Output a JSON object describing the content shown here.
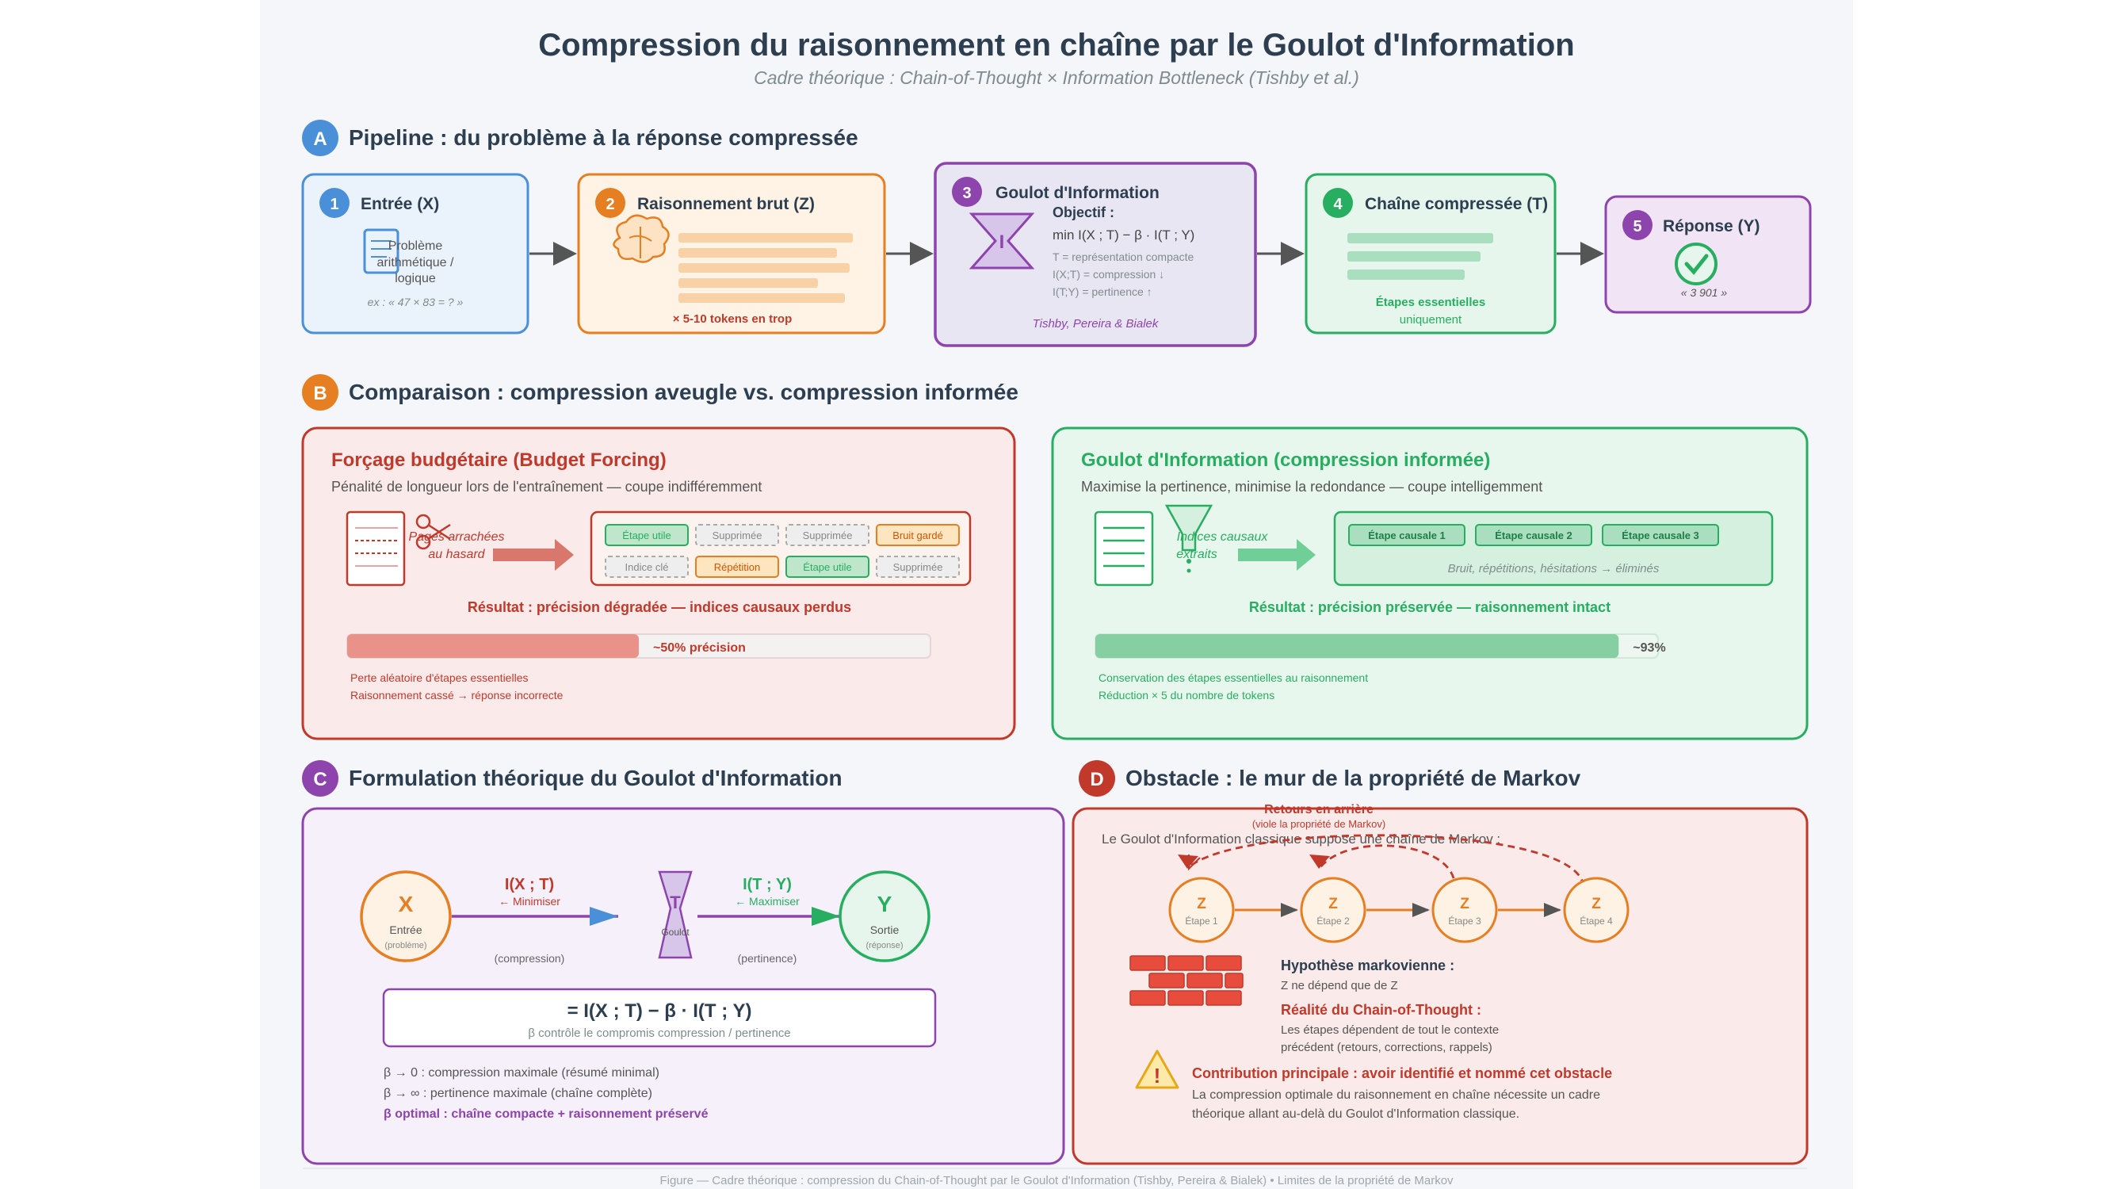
{
  "header": {
    "title": "Compression du raisonnement en chaîne par le Goulot d'Information",
    "subtitle": "Cadre théorique : Chain-of-Thought × Information Bottleneck (Tishby et al.)"
  },
  "colors": {
    "blue": "#4a90d9",
    "orange": "#e67e22",
    "purple": "#8e44ad",
    "green": "#27ae60",
    "red": "#c0392b"
  },
  "sectionA": {
    "badge": "A",
    "title": "Pipeline : du problème à la réponse compressée",
    "step1": {
      "num": "1",
      "title": "Entrée (X)",
      "line1": "Problème",
      "line2": "arithmétique /",
      "line3": "logique",
      "example": "ex : « 47 × 83 = ? »",
      "icon": "document-icon"
    },
    "step2": {
      "num": "2",
      "title": "Raisonnement brut (Z)",
      "note": "× 5-10 tokens en trop",
      "icon": "brain-icon"
    },
    "step3": {
      "num": "3",
      "title": "Goulot d'Information",
      "objective": "Objectif :",
      "formula": "min I(X ; T) − β · I(T ; Y)",
      "l1": "T = représentation compacte",
      "l2": "I(X;T) = compression ↓",
      "l3": "I(T;Y) = pertinence ↑",
      "ref": "Tishby, Pereira & Bialek",
      "icon": "hourglass-icon",
      "icon_label": "I"
    },
    "step4": {
      "num": "4",
      "title": "Chaîne compressée (T)",
      "note1": "Étapes essentielles",
      "note2": "uniquement"
    },
    "step5": {
      "num": "5",
      "title": "Réponse (Y)",
      "answer": "« 3 901 »",
      "icon": "check-circle-icon"
    }
  },
  "sectionB": {
    "badge": "B",
    "title": "Comparaison : compression aveugle vs. compression informée",
    "left": {
      "title": " Forçage budgétaire (Budget Forcing)",
      "desc": "Pénalité de longueur lors de l'entraînement — coupe indifféremment",
      "scissors_l1": "Pages arrachées",
      "scissors_l2": "au hasard",
      "tags": [
        "Étape utile",
        "Supprimée",
        "Supprimée",
        "Bruit gardé",
        "Indice clé ",
        "Répétition",
        "Étape utile",
        "Supprimée"
      ],
      "result": "Résultat : précision dégradée — indices causaux perdus",
      "precision": 0.5,
      "precision_label": "~50% précision",
      "bullet1": "Perte aléatoire d'étapes essentielles",
      "bullet2": "Raisonnement cassé → réponse incorrecte"
    },
    "right": {
      "title": " Goulot d'Information (compression informée)",
      "desc": "Maximise la pertinence, minimise la redondance — coupe intelligemment",
      "funnel_l1": "Indices causaux",
      "funnel_l2": "extraits",
      "tags": [
        "Étape causale 1",
        "Étape causale 2",
        "Étape causale 3"
      ],
      "removed": "Bruit, répétitions, hésitations → éliminés",
      "result": "Résultat : précision préservée — raisonnement intact",
      "precision": 0.93,
      "precision_label": "~93%",
      "bullet1": "Conservation des étapes essentielles au raisonnement",
      "bullet2": "Réduction × 5 du nombre de tokens"
    }
  },
  "sectionC": {
    "badge": "C",
    "title": "Formulation théorique du Goulot d'Information",
    "x_node": "X",
    "x_l1": "Entrée",
    "x_l2": "(problème)",
    "t_node": "T",
    "t_label": "Goulot",
    "y_node": "Y",
    "y_l1": "Sortie",
    "y_l2": "(réponse)",
    "ixt": "I(X ; T)",
    "ixt_sub": "← Minimiser",
    "ixt_note": "(compression)",
    "ity": "I(T ; Y)",
    "ity_sub": "← Maximiser",
    "ity_note": "(pertinence)",
    "lagrangian": " = I(X ; T) − β · I(T ; Y)",
    "lagrangian_sub": "β contrôle le compromis compression / pertinence",
    "b1": "β → 0 : compression maximale (résumé minimal)",
    "b2": "β → ∞ : pertinence maximale (chaîne complète)",
    "b3": "β optimal : chaîne compacte + raisonnement préservé"
  },
  "sectionD": {
    "badge": "D",
    "title": "Obstacle : le mur de la propriété de Markov",
    "back_title": "Retours en arrière",
    "back_sub": "(viole la propriété de Markov)",
    "intro": "Le Goulot d'Information classique suppose une chaîne de Markov :",
    "nodes": [
      {
        "z": "Z",
        "label": "Étape 1"
      },
      {
        "z": "Z",
        "label": "Étape 2"
      },
      {
        "z": "Z",
        "label": "Étape 3"
      },
      {
        "z": "Z",
        "label": "Étape 4"
      }
    ],
    "markov_title": "Hypothèse markovienne :",
    "markov_text": "Z ne dépend que de Z",
    "reality_title": "Réalité du Chain-of-Thought :",
    "reality_l1": "Les étapes dépendent de tout le contexte",
    "reality_l2": "précédent (retours, corrections, rappels)",
    "contrib_title": "Contribution principale : avoir identifié et nommé cet obstacle",
    "contrib_l1": "La compression optimale du raisonnement en chaîne nécessite un cadre",
    "contrib_l2": "théorique allant au-delà du Goulot d'Information classique.",
    "warning_icon": "!"
  },
  "footer": "Figure — Cadre théorique : compression du Chain-of-Thought par le Goulot d'Information (Tishby, Pereira & Bialek) • Limites de la propriété de Markov"
}
